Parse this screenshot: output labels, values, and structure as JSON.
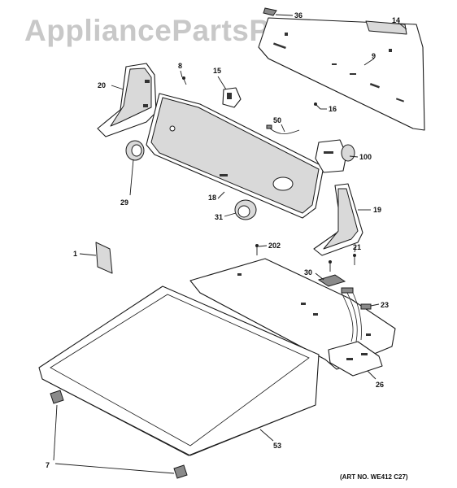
{
  "watermark": "AppliancePartsPros.com",
  "art_number": "(ART NO. WE412 C27)",
  "callouts": {
    "c36": "36",
    "c14": "14",
    "c9": "9",
    "c8": "8",
    "c15": "15",
    "c20": "20",
    "c16": "16",
    "c50": "50",
    "c100": "100",
    "c29": "29",
    "c18": "18",
    "c19": "19",
    "c31": "31",
    "c1": "1",
    "c202": "202",
    "c21": "21",
    "c30": "30",
    "c23": "23",
    "c26": "26",
    "c53": "53",
    "c7": "7"
  }
}
